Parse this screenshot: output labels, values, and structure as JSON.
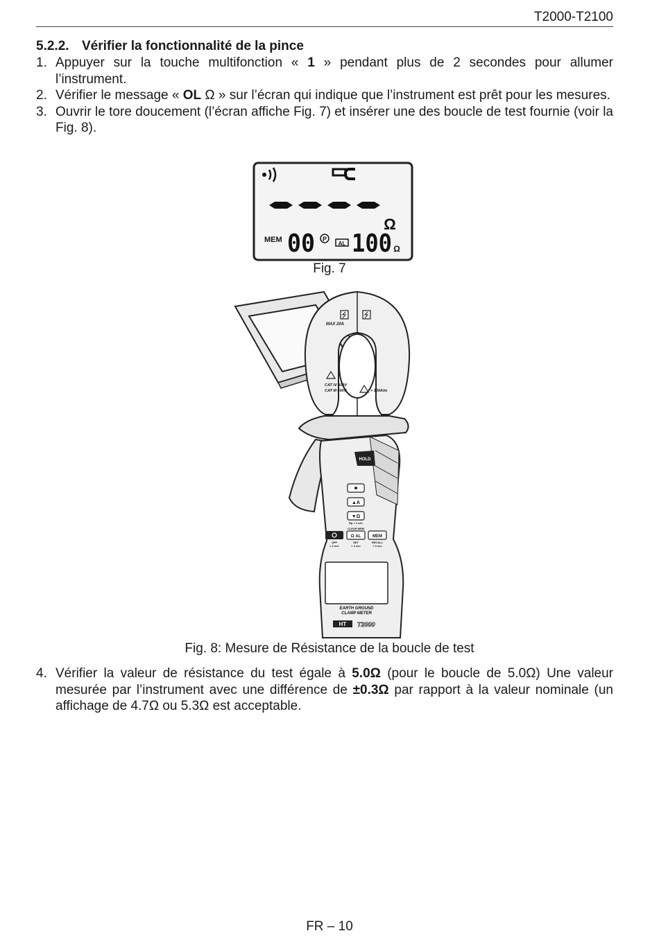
{
  "header": {
    "doc_code": "T2000-T2100"
  },
  "section": {
    "number": "5.2.2.",
    "title": "Vérifier la fonctionnalité de la pince"
  },
  "steps": [
    {
      "num": "1.",
      "pre": "Appuyer sur la touche multifonction « ",
      "key": "1",
      "post": " » pendant plus de 2 secondes pour allumer l’instrument."
    },
    {
      "num": "2.",
      "pre": "Vérifier le message « ",
      "key": "OL",
      "post": " Ω » sur l’écran qui indique que l’instrument est prêt pour les mesures."
    },
    {
      "num": "3.",
      "text": "Ouvrir le tore doucement (l’écran affiche Fig. 7) et insérer une des boucle de test fournie (voir la Fig. 8)."
    },
    {
      "num": "4.",
      "t1": "Vérifier la valeur de résistance du test égale à ",
      "b1": "5.0Ω",
      "t2": " (pour le boucle de 5.0Ω) Une valeur mesurée par l’instrument avec une différence de ",
      "b2": "±0.3Ω",
      "t3": " par rapport à la valeur nominale (un affichage de 4.7Ω ou 5.3Ω est acceptable."
    }
  ],
  "fig7": {
    "caption": "Fig. 7",
    "lcd": {
      "dashes": "----",
      "unit": "Ω",
      "mem_label": "MEM",
      "mem_value": "00",
      "p_symbol": "P",
      "al_label": "AL",
      "al_value": "100",
      "al_unit": "Ω"
    }
  },
  "fig8": {
    "caption": "Fig. 8: Mesure de Résistance de la boucle de test",
    "jaw": {
      "max_label": "MAX 20A",
      "cat1": "CAT IV 300V",
      "cat2": "CAT III 600V",
      "field": "> 100A/m"
    },
    "buttons": {
      "hold": "HOLD",
      "up": "▲A",
      "down": "▼Ω",
      "rp": "Rp > 2 sec",
      "clear_mem": "CLEAR MEM",
      "power_sub1": "OFF",
      "power_sub2": "> 2 sec",
      "al": "Ω AL",
      "al_sub1": "SET",
      "al_sub2": "> 2 sec",
      "mem": "MEM",
      "mem_sub1": "RECALL",
      "mem_sub2": "> 2 sec"
    },
    "body": {
      "line1": "EARTH GROUND",
      "line2": "CLAMP METER",
      "brand": "HT",
      "model": "T2000"
    }
  },
  "footer": {
    "page": "FR – 10"
  }
}
